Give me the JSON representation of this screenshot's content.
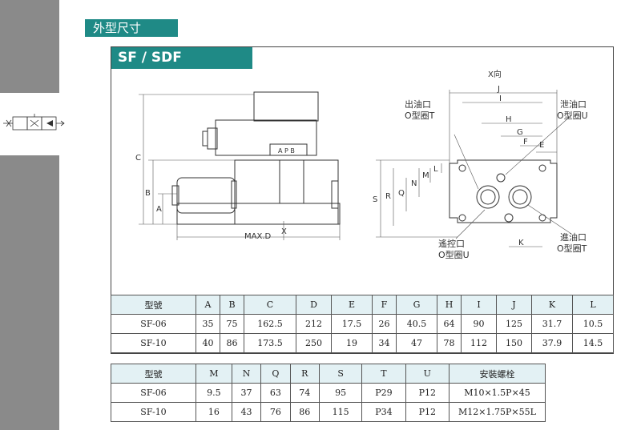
{
  "section_title": "外型尺寸",
  "model_title": "SF / SDF",
  "drawing": {
    "view_label": "X向",
    "dims_left": [
      "C",
      "B",
      "A"
    ],
    "dims_bottom": [
      "MAX.D",
      "X"
    ],
    "solenoid_ports": "A P B",
    "dims_top": [
      "J",
      "I",
      "H",
      "G",
      "F",
      "E"
    ],
    "dims_side": [
      "S",
      "R",
      "Q",
      "N",
      "M",
      "L"
    ],
    "dim_k": "K",
    "callout_out_port": "出油口",
    "callout_out_oring": "O型圈T",
    "callout_drain": "泄油口",
    "callout_drain_oring": "O型圈U",
    "callout_pilot": "遙控口",
    "callout_pilot_oring": "O型圈U",
    "callout_in_port": "進油口",
    "callout_in_oring": "O型圈T"
  },
  "table1": {
    "headers": [
      "型號",
      "A",
      "B",
      "C",
      "D",
      "E",
      "F",
      "G",
      "H",
      "I",
      "J",
      "K",
      "L"
    ],
    "rows": [
      [
        "SF-06",
        "35",
        "75",
        "162.5",
        "212",
        "17.5",
        "26",
        "40.5",
        "64",
        "90",
        "125",
        "31.7",
        "10.5"
      ],
      [
        "SF-10",
        "40",
        "86",
        "173.5",
        "250",
        "19",
        "34",
        "47",
        "78",
        "112",
        "150",
        "37.9",
        "14.5"
      ]
    ]
  },
  "table2": {
    "headers": [
      "型號",
      "M",
      "N",
      "Q",
      "R",
      "S",
      "T",
      "U",
      "安裝螺栓"
    ],
    "rows": [
      [
        "SF-06",
        "9.5",
        "37",
        "63",
        "74",
        "95",
        "P29",
        "P12",
        "M10×1.5P×45"
      ],
      [
        "SF-10",
        "16",
        "43",
        "76",
        "86",
        "115",
        "P34",
        "P12",
        "M12×1.75P×55L"
      ]
    ]
  },
  "colors": {
    "accent": "#1f8a86",
    "header_bg": "#e3f1f4",
    "sidebar": "#8a8a8a"
  }
}
